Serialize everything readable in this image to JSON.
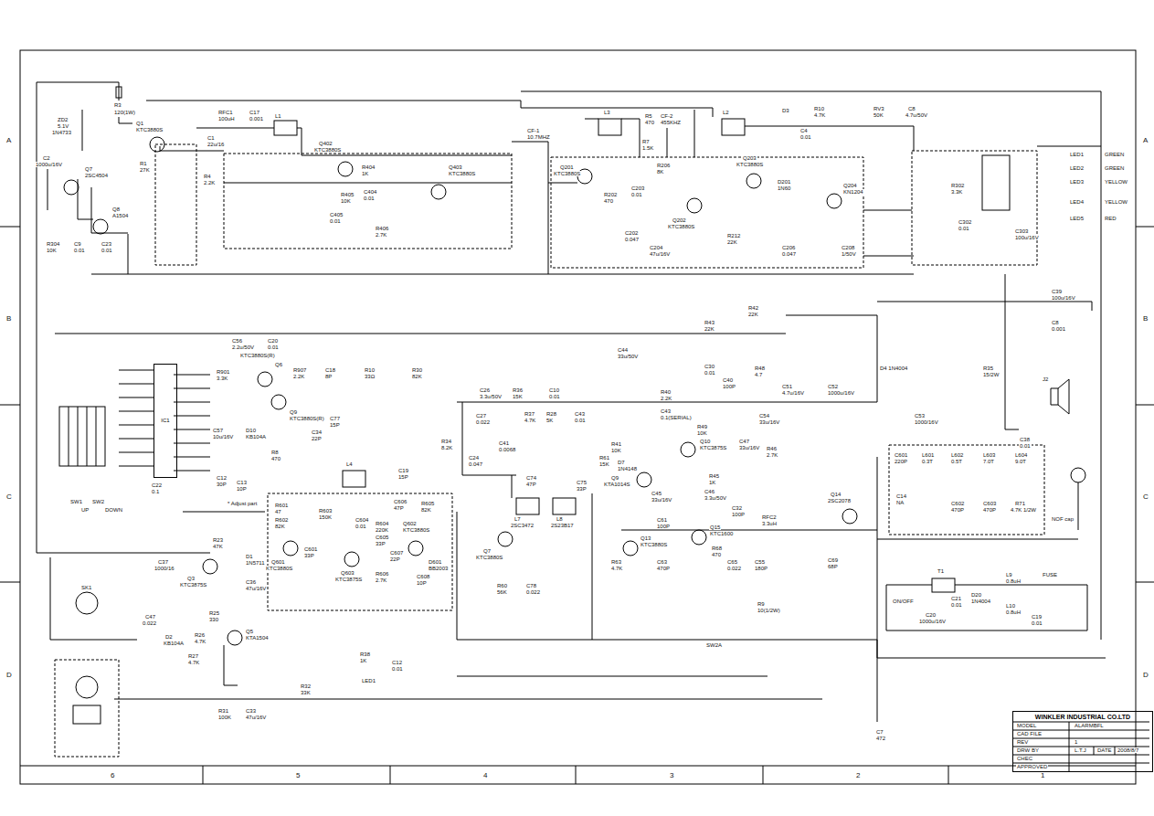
{
  "diagram": {
    "nodes": [
      {
        "text": [
          "WINKLER INDUSTRIAL CO.LTD"
        ]
      },
      {
        "text": [
          "IC1"
        ]
      }
    ],
    "labels": [
      "A",
      "A",
      "B",
      "B",
      "C",
      "C",
      "D",
      "D",
      "6",
      "5",
      "4",
      "3",
      "2",
      "1",
      "R3",
      "120(1W)",
      "ZD2",
      "5.1V",
      "1N4733",
      "C2",
      "1000u/16V",
      "Q7",
      "2SC4504",
      "Q8",
      "A1504",
      "R304",
      "10K",
      "C9",
      "0.01",
      "C23",
      "0.01",
      "Q1",
      "KTC3880S",
      "R1",
      "27K",
      "R4",
      "2.2K",
      "RFC1",
      "100uH",
      "C17",
      "0.001",
      "C1",
      "22u/16",
      "L1",
      "Q402",
      "KTC3880S",
      "R404",
      "1K",
      "R405",
      "10K",
      "C405",
      "0.01",
      "C404",
      "0.01",
      "Q403",
      "KTC3880S",
      "R406",
      "2.7K",
      "CF-1",
      "10.7MHZ",
      "L3",
      "R5",
      "470",
      "CF-2",
      "455KHZ",
      "R7",
      "1.5K",
      "Q201",
      "KTC3880S",
      "Q202",
      "KTC3880S",
      "Q203",
      "KTC3880S",
      "R202",
      "470",
      "C203",
      "0.01",
      "C202",
      "0.047",
      "R206",
      "8K",
      "C204",
      "47u/16V",
      "D201",
      "1N60",
      "Q204",
      "KN1204",
      "R212",
      "22K",
      "C208",
      "1/50V",
      "C206",
      "0.047",
      "L2",
      "D3",
      "R10",
      "4.7K",
      "C4",
      "0.01",
      "RV3",
      "50K",
      "C8",
      "4.7u/50V",
      "LED1",
      "GREEN",
      "LED2",
      "GREEN",
      "LED3",
      "YELLOW",
      "LED4",
      "YELLOW",
      "LED5",
      "RED",
      "C303",
      "100u/16V",
      "C302",
      "0.01",
      "R302",
      "3.3K",
      "R42",
      "22K",
      "R43",
      "22K",
      "C44",
      "33u/50V",
      "C30",
      "0.01",
      "C40",
      "100P",
      "R48",
      "4.7",
      "D4 1N4004",
      "C52",
      "1000u/16V",
      "C53",
      "1000/16V",
      "C51",
      "4.7u/16V",
      "C54",
      "33u/16V",
      "C39",
      "100u/16V",
      "C8",
      "0.001",
      "R35",
      "15/2W",
      "J2",
      "C38",
      "0.01",
      "R901",
      "3.3K",
      "Q6",
      "KTC3880S(R)",
      "Q9",
      "KTC3880S(R)",
      "C56",
      "2.2u/50V",
      "C20",
      "0.01",
      "R907",
      "2.2K",
      "C18",
      "8P",
      "C77",
      "15P",
      "R10",
      "33Ω",
      "R30",
      "82K",
      "C34",
      "22P",
      "D10",
      "KB104A",
      "C57",
      "10u/16V",
      "R8",
      "470",
      "C13",
      "10P",
      "C12",
      "30P",
      "* Adjust part",
      "C22",
      "0.1",
      "SW1",
      "SW2",
      "UP",
      "DOWN",
      "L4",
      "C19",
      "15P",
      "C26",
      "3.3u/50V",
      "R36",
      "15K",
      "C10",
      "0.01",
      "R37",
      "4.7K",
      "C27",
      "0.022",
      "R28",
      "5K",
      "C43",
      "0.01",
      "R34",
      "8.2K",
      "C41",
      "0.0068",
      "C24",
      "0.047",
      "R41",
      "10K",
      "D7",
      "1N4148",
      "R40",
      "2.2K",
      "C43",
      "0.1(SERIAL)",
      "R49",
      "10K",
      "Q10",
      "KTC3875S",
      "C47",
      "33u/16V",
      "R46",
      "2.7K",
      "Q9",
      "KTA1014S",
      "C45",
      "33u/16V",
      "C46",
      "3.3u/50V",
      "R45",
      "1K",
      "L7",
      "2SC3472",
      "L8",
      "2S23B17",
      "Q7",
      "KTC3880S",
      "C74",
      "47P",
      "C75",
      "33P",
      "R61",
      "15K",
      "R60",
      "56K",
      "C78",
      "0.022",
      "Q13",
      "KTC3880S",
      "C61",
      "100P",
      "Q15",
      "KTC1600",
      "C32",
      "100P",
      "RFC2",
      "3.3uH",
      "C65",
      "0.022",
      "C55",
      "180P",
      "R9",
      "10(1/2W)",
      "C63",
      "470P",
      "R63",
      "4.7K",
      "R68",
      "470",
      "C69",
      "68P",
      "Q14",
      "2SC2078",
      "C601",
      "220P",
      "L601",
      "0.3T",
      "L602",
      "0.5T",
      "L603",
      "7.0T",
      "L604",
      "9.0T",
      "C14",
      "NA",
      "C602",
      "470P",
      "C603",
      "470P",
      "R71",
      "4.7K 1/2W",
      "NOF cap",
      "T1",
      "C21",
      "0.01",
      "D20",
      "1N4004",
      "L9",
      "0.8uH",
      "FUSE",
      "L10",
      "0.8uH",
      "C19",
      "0.01",
      "C20",
      "1000u/16V",
      "ON/OFF",
      "SW2A",
      "C7",
      "472",
      "SK1",
      "C37",
      "1000/16",
      "R23",
      "47K",
      "D1",
      "1N5711",
      "Q3",
      "KTC3875S",
      "C36",
      "47u/16V",
      "R25",
      "330",
      "C47",
      "0.022",
      "D2",
      "KB104A",
      "R26",
      "4.7K",
      "Q5",
      "KTA1504",
      "R27",
      "4.7K",
      "R31",
      "100K",
      "C33",
      "47u/16V",
      "R32",
      "33K",
      "R38",
      "1K",
      "LED1",
      "C12",
      "0.01",
      "R601",
      "47",
      "R602",
      "82K",
      "Q601",
      "KTC3880S",
      "R603",
      "150K",
      "C601",
      "33P",
      "C604",
      "0.01",
      "Q603",
      "KTC3875S",
      "R604",
      "220K",
      "C605",
      "33P",
      "Q602",
      "KTC3880S",
      "R605",
      "82K",
      "C606",
      "47P",
      "D601",
      "BB2003",
      "C607",
      "22P",
      "R606",
      "2.7K",
      "C608",
      "10P",
      "MODEL",
      "ALARMBFL",
      "CAD FILE",
      "REV",
      "1",
      "DRW BY",
      "L.T.J",
      "DATE",
      "2008/8/7",
      "CHEC",
      "APPROVED"
    ]
  }
}
